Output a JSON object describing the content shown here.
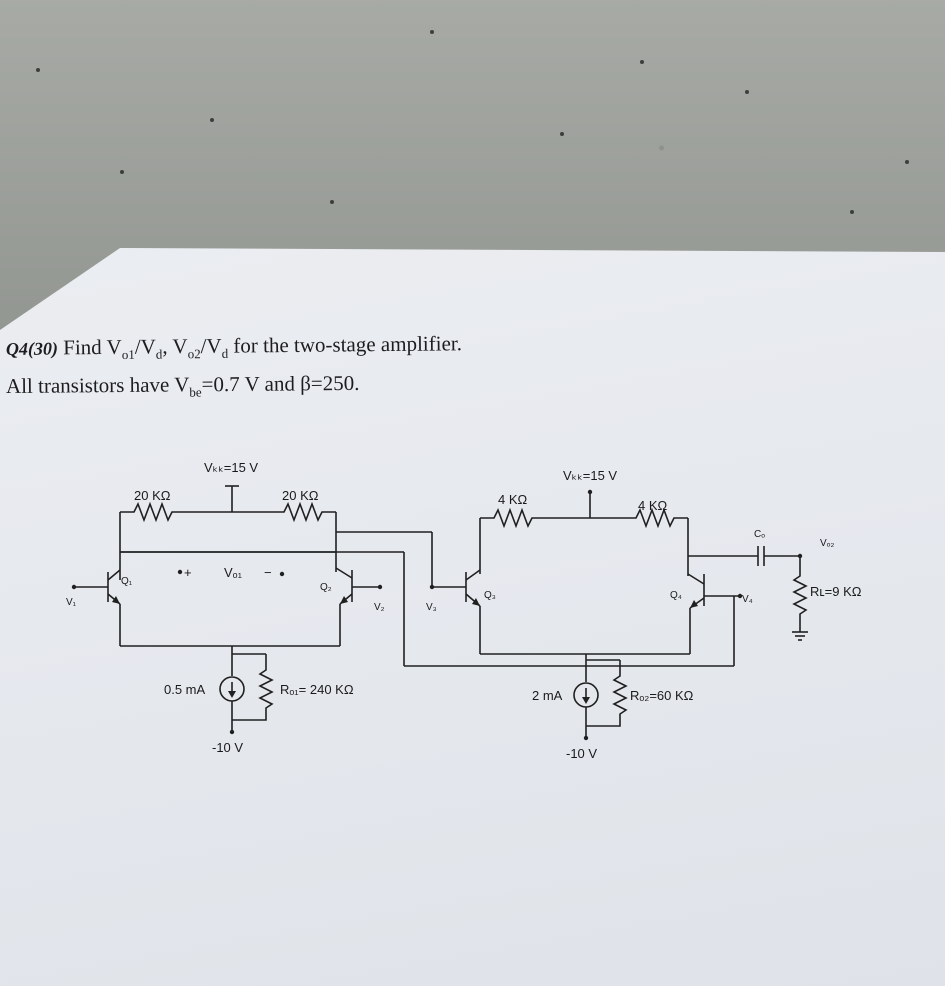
{
  "question": {
    "number": "Q4(30)",
    "line1_parts": [
      "Find V",
      "o1",
      "/V",
      "d",
      ", V",
      "o2",
      "/V",
      "d",
      " for the two-stage amplifier."
    ],
    "line2_parts": [
      "All transistors have V",
      "be",
      "=0.7 V and β=250."
    ]
  },
  "circuit": {
    "stage1": {
      "vcc": "Vₖₖ=15 V",
      "rc_left": "20 KΩ",
      "rc_right": "20 KΩ",
      "q_left": "Q₁",
      "q_right": "Q₂",
      "vo1_plus": "+",
      "vo1": "Vₒ₁",
      "vo1_minus": "−",
      "input_left": "V₁",
      "input_right": "V₂",
      "current_source": "0.5 mA",
      "ro": "Rₒ₁= 240 KΩ",
      "vee": "-10 V"
    },
    "stage2": {
      "vcc": "Vₖₖ=15 V",
      "rc_left": "4 KΩ",
      "rc_right": "4 KΩ",
      "q_left": "Q₃",
      "q_right": "Q₄",
      "input_left": "V₃",
      "input_right": "V₄",
      "current_source": "2 mA",
      "ro": "Rₒ₂=60 KΩ",
      "vee": "-10 V",
      "coupling_cap": "Cₒ",
      "output": "Vₒ₂",
      "load": "Rʟ=9 KΩ"
    }
  }
}
